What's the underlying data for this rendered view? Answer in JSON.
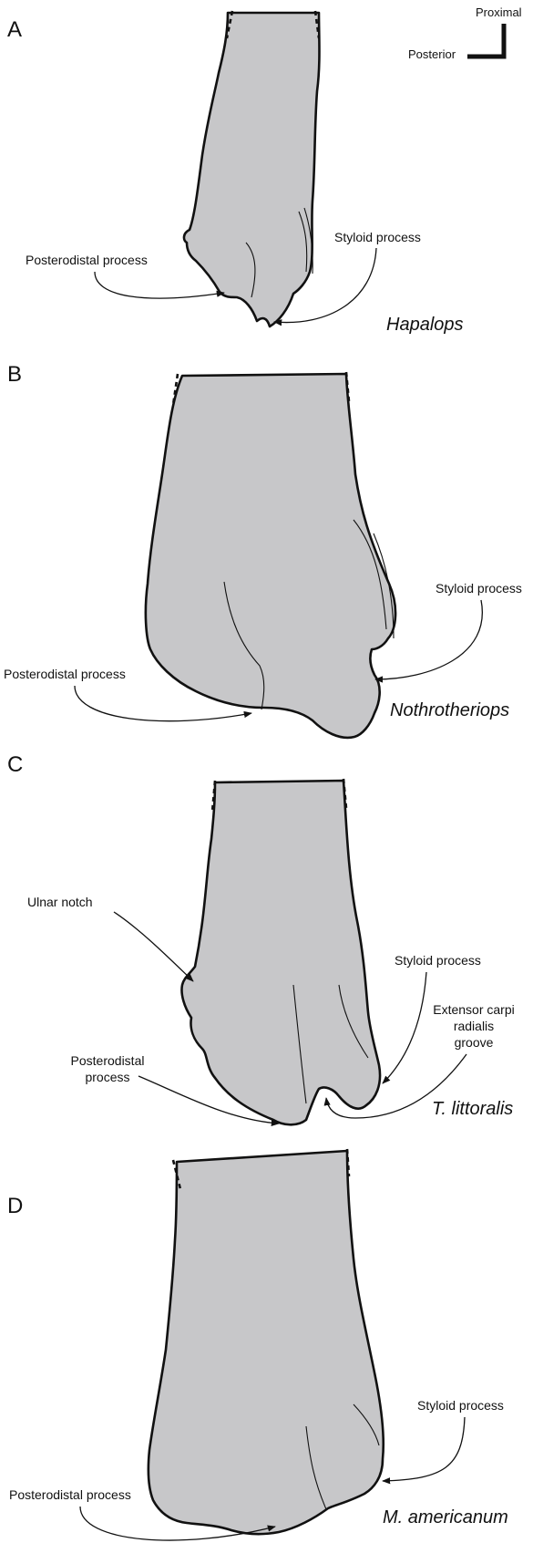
{
  "orientation": {
    "proximal": "Proximal",
    "posterior": "Posterior"
  },
  "panels": [
    {
      "letter": "A",
      "taxon": "Hapalops",
      "labels": [
        "Posterodistal process",
        "Styloid process"
      ]
    },
    {
      "letter": "B",
      "taxon": "Nothrotheriops",
      "labels": [
        "Styloid process",
        "Posterodistal process"
      ]
    },
    {
      "letter": "C",
      "taxon": "T. littoralis",
      "labels": [
        "Ulnar notch",
        "Styloid process",
        "Extensor carpi",
        "radialis",
        "groove",
        "Posterodistal",
        "process"
      ]
    },
    {
      "letter": "D",
      "taxon": "M. americanum",
      "labels": [
        "Styloid process",
        "Posterodistal process"
      ]
    }
  ]
}
